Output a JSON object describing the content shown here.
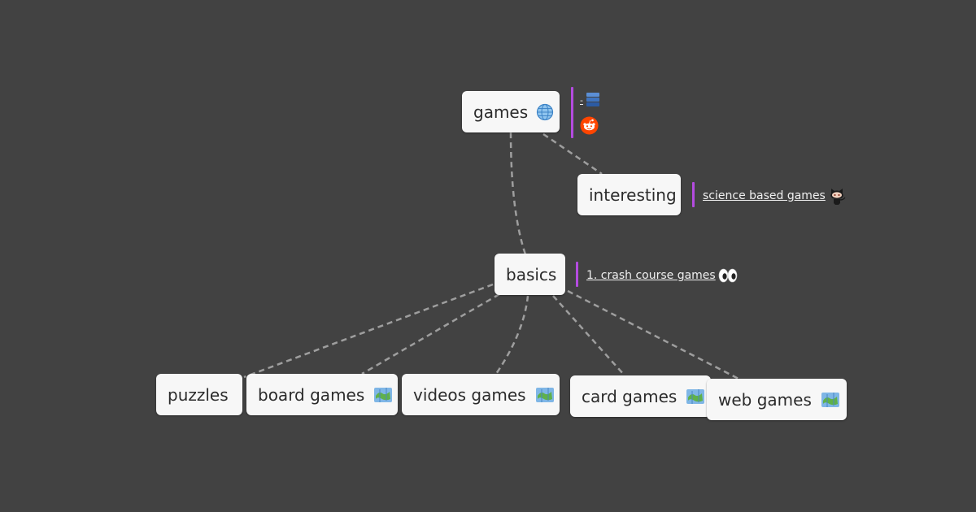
{
  "root": {
    "label": "games",
    "icon": "globe-icon"
  },
  "root_links": [
    {
      "text": "-",
      "icon": "database-stack-icon"
    },
    {
      "text": "",
      "icon": "reddit-icon"
    }
  ],
  "interesting": {
    "label": "interesting",
    "link": {
      "text": "science based games",
      "icon": "github-octocat-icon"
    }
  },
  "basics": {
    "label": "basics",
    "link": {
      "text": "1. crash course games",
      "icon": "eyes-icon"
    }
  },
  "children": [
    {
      "label": "puzzles",
      "icon": ""
    },
    {
      "label": "board games",
      "icon": "map-icon"
    },
    {
      "label": "videos games",
      "icon": "map-icon"
    },
    {
      "label": "card games",
      "icon": "map-icon"
    },
    {
      "label": "web games",
      "icon": "map-icon"
    }
  ],
  "colors": {
    "background": "#424242",
    "node_fill": "#f7f7f7",
    "edge": "#9e9e9e",
    "link_bar": "#b44be0"
  }
}
